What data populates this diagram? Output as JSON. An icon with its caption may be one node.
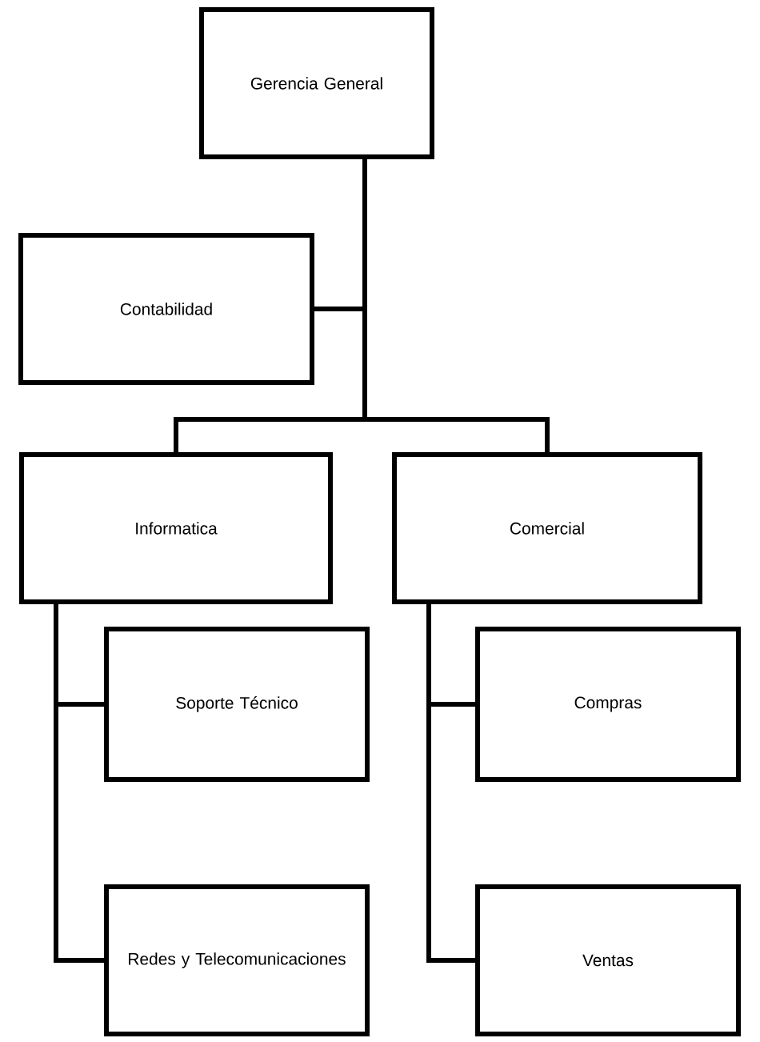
{
  "diagram": {
    "nodes": [
      {
        "text": [
          "Gerencia General"
        ]
      },
      {
        "text": [
          "Contabilidad"
        ]
      },
      {
        "text": [
          "Informatica"
        ]
      },
      {
        "text": [
          "Comercial"
        ]
      },
      {
        "text": [
          "Soporte Técnico"
        ]
      },
      {
        "text": [
          "Redes y Telecomunicaciones"
        ]
      },
      {
        "text": [
          "Compras"
        ]
      },
      {
        "text": [
          "Ventas"
        ]
      }
    ],
    "edges": [
      {
        "from": 0,
        "to": 1,
        "arrow": "none"
      },
      {
        "from": 0,
        "to": 2,
        "arrow": "none"
      },
      {
        "from": 0,
        "to": 3,
        "arrow": "none"
      },
      {
        "from": 2,
        "to": 4,
        "arrow": "none"
      },
      {
        "from": 2,
        "to": 5,
        "arrow": "none"
      },
      {
        "from": 3,
        "to": 6,
        "arrow": "none"
      },
      {
        "from": 3,
        "to": 7,
        "arrow": "none"
      }
    ]
  }
}
